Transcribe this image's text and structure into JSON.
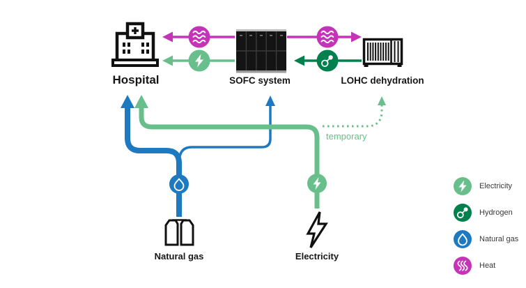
{
  "nodes": {
    "hospital": "Hospital",
    "sofc": "SOFC system",
    "lohc": "LOHC dehydration",
    "natural_gas": "Natural gas",
    "electricity": "Electricity"
  },
  "annotations": {
    "temporary": "temporary"
  },
  "flows": [
    {
      "from": "SOFC system",
      "to": "Hospital",
      "carrier": "Heat"
    },
    {
      "from": "SOFC system",
      "to": "Hospital",
      "carrier": "Electricity"
    },
    {
      "from": "SOFC system",
      "to": "LOHC dehydration",
      "carrier": "Heat"
    },
    {
      "from": "LOHC dehydration",
      "to": "SOFC system",
      "carrier": "Hydrogen"
    },
    {
      "from": "Natural gas",
      "to": "Hospital",
      "carrier": "Natural gas"
    },
    {
      "from": "Natural gas",
      "to": "SOFC system",
      "carrier": "Natural gas"
    },
    {
      "from": "Electricity",
      "to": "Hospital",
      "carrier": "Electricity"
    },
    {
      "from": "Electricity",
      "to": "LOHC dehydration",
      "carrier": "Electricity",
      "note": "temporary"
    }
  ],
  "legend": {
    "items": [
      {
        "name": "electricity",
        "label": "Electricity",
        "color": "#69bf8b"
      },
      {
        "name": "hydrogen",
        "label": "Hydrogen",
        "color": "#00804c"
      },
      {
        "name": "natural_gas",
        "label": "Natural gas",
        "color": "#1d7ac0"
      },
      {
        "name": "heat",
        "label": "Heat",
        "color": "#c433b8"
      }
    ]
  },
  "colors": {
    "heat": "#c433b8",
    "electricity_flow": "#69bf8b",
    "hydrogen": "#00804c",
    "natural_gas_flow": "#1d7ac0",
    "text": "#161616"
  }
}
